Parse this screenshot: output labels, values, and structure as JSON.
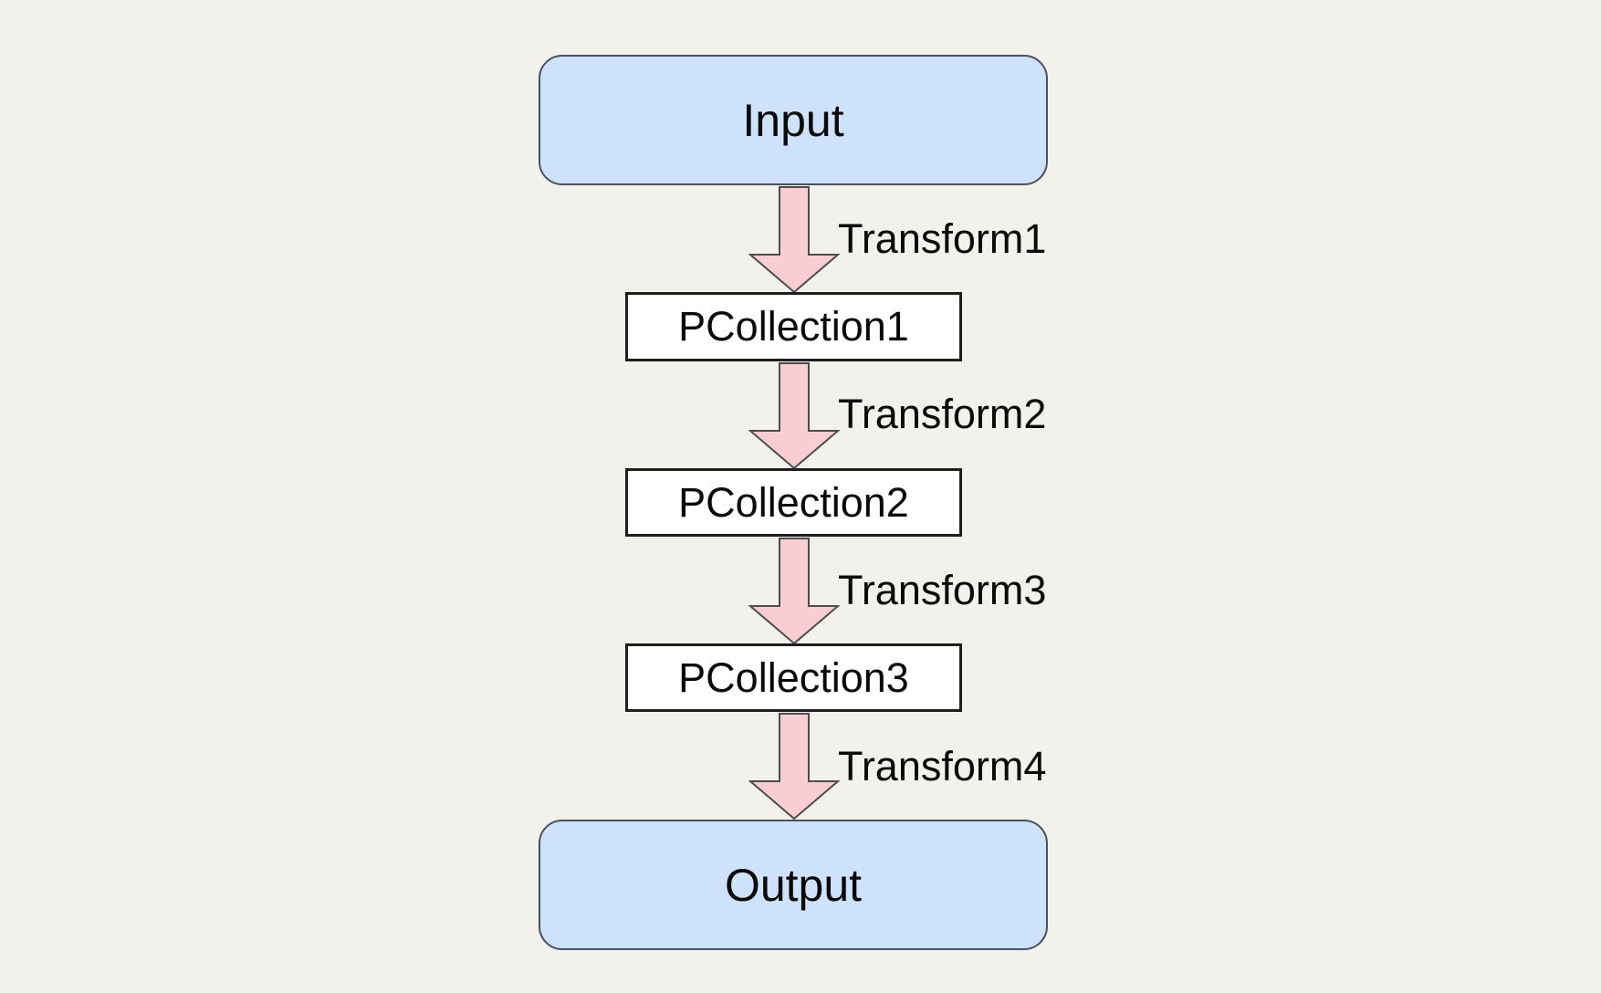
{
  "diagram": {
    "type": "flowchart",
    "direction": "top-down",
    "nodes": [
      {
        "id": "input",
        "label": "Input",
        "kind": "terminal"
      },
      {
        "id": "pcollection1",
        "label": "PCollection1",
        "kind": "collection"
      },
      {
        "id": "pcollection2",
        "label": "PCollection2",
        "kind": "collection"
      },
      {
        "id": "pcollection3",
        "label": "PCollection3",
        "kind": "collection"
      },
      {
        "id": "output",
        "label": "Output",
        "kind": "terminal"
      }
    ],
    "edges": [
      {
        "from": "input",
        "to": "pcollection1",
        "label": "Transform1"
      },
      {
        "from": "pcollection1",
        "to": "pcollection2",
        "label": "Transform2"
      },
      {
        "from": "pcollection2",
        "to": "pcollection3",
        "label": "Transform3"
      },
      {
        "from": "pcollection3",
        "to": "output",
        "label": "Transform4"
      }
    ]
  },
  "colors": {
    "page-bg": "#F2F1EC",
    "terminal-fill": "#CFE2FB",
    "terminal-border": "#4A5260",
    "collection-fill": "#FFFFFF",
    "collection-border": "#1F1F1F",
    "arrow-fill": "#F9CED3",
    "arrow-border": "#4D4D4D",
    "text": "#0A0A0A"
  }
}
